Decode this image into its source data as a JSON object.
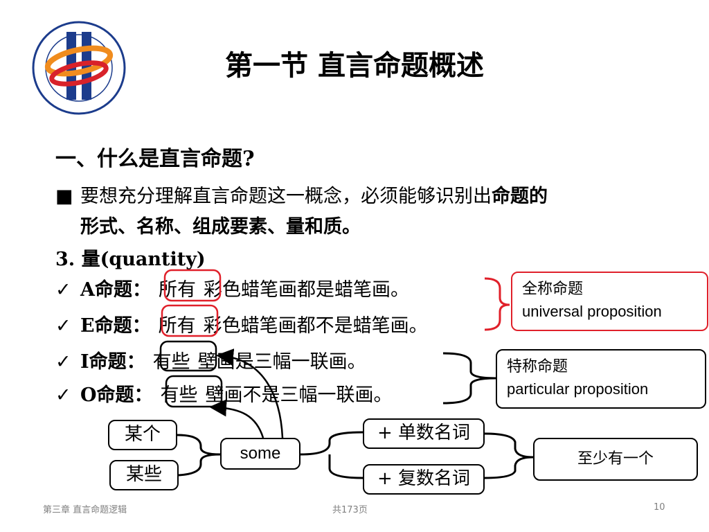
{
  "title": "第一节  直言命题概述",
  "heading": "一、什么是直言命题?",
  "paragraph": {
    "bullet": "■",
    "text_before": "要想充分理解直言命题这一概念，必须能够识别出",
    "bold_part1": "命题的",
    "bold_part2": "形式、名称、组成要素、量和质。"
  },
  "quantity_label": "3. 量(quantity)",
  "propositions": [
    {
      "check": "✓",
      "label": "A命题：",
      "keyword": "所有",
      "rest": "彩色蜡笔画都是蜡笔画。"
    },
    {
      "check": "✓",
      "label": "E命题：",
      "keyword": "所有",
      "rest": "彩色蜡笔画都不是蜡笔画。"
    },
    {
      "check": "✓",
      "label": "I命题：",
      "keyword": "有些",
      "rest": "壁画是三幅一联画。"
    },
    {
      "check": "✓",
      "label": "O命题：",
      "keyword": "有些",
      "rest": "壁画不是三幅一联画。"
    }
  ],
  "callouts": {
    "universal": {
      "zh": "全称命题",
      "en": "universal proposition"
    },
    "particular": {
      "zh": "特称命题",
      "en": "particular  proposition"
    }
  },
  "diagram": {
    "some": "some",
    "mouge": "某个",
    "mouxie": "某些",
    "singular": "+ 单数名词",
    "plural": "+ 复数名词",
    "atleast": "至少有一个"
  },
  "footer": {
    "chapter": "第三章 直言命题逻辑",
    "total": "共173页",
    "page": "10"
  },
  "colors": {
    "accent_red": "#e0202a",
    "logo_blue": "#1c3c8c",
    "logo_orange": "#f08c1e",
    "logo_red": "#d8222a"
  }
}
